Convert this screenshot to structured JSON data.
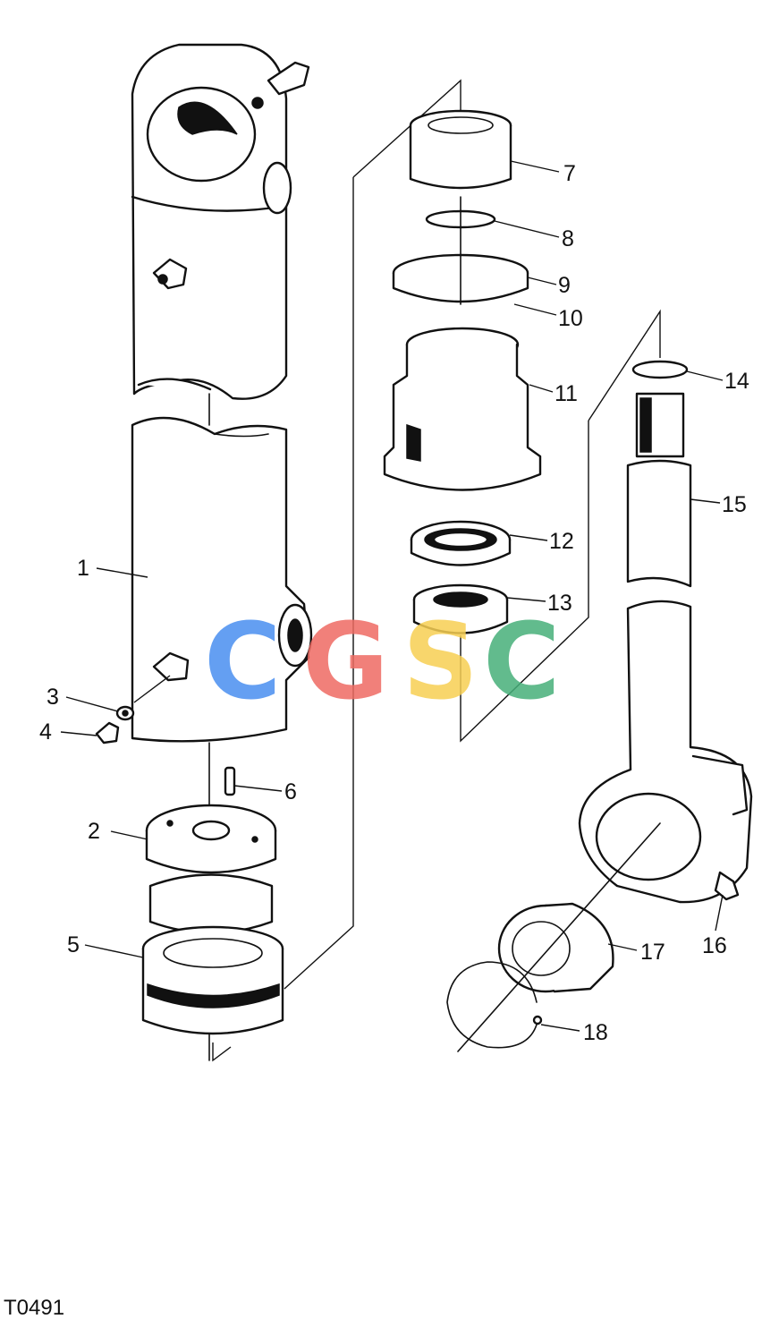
{
  "figure_code": "T0491",
  "watermark": {
    "letters": [
      "C",
      "G",
      "S",
      "C"
    ],
    "colors": [
      "#4a8ff0",
      "#ef6b63",
      "#f7cf53",
      "#47b07a"
    ]
  },
  "callouts": [
    "1",
    "2",
    "3",
    "4",
    "5",
    "6",
    "7",
    "8",
    "9",
    "10",
    "11",
    "12",
    "13",
    "14",
    "15",
    "16",
    "17",
    "18"
  ]
}
